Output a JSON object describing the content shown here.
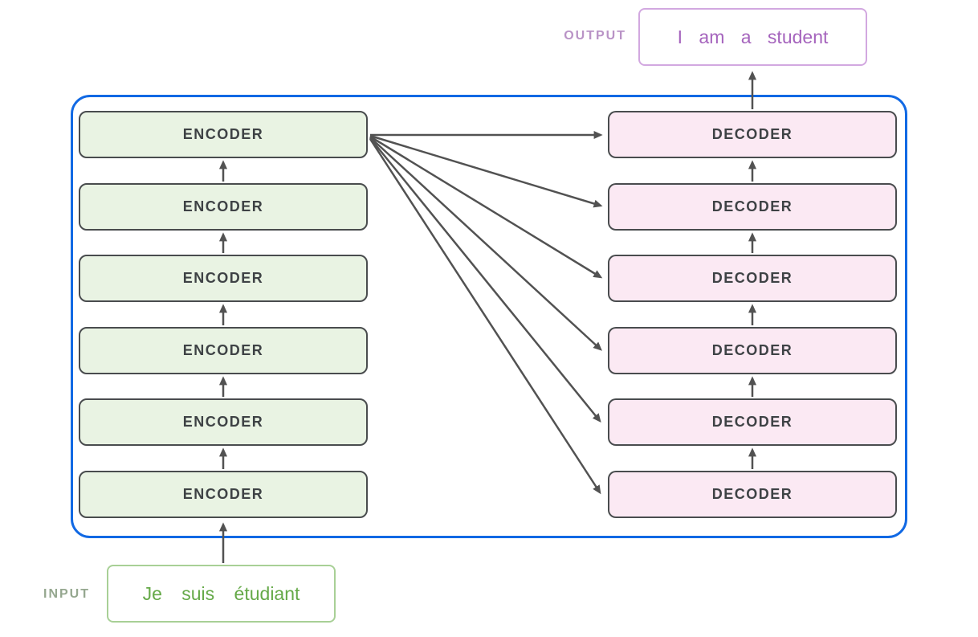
{
  "diagram": {
    "encoders": [
      "ENCODER",
      "ENCODER",
      "ENCODER",
      "ENCODER",
      "ENCODER",
      "ENCODER"
    ],
    "decoders": [
      "DECODER",
      "DECODER",
      "DECODER",
      "DECODER",
      "DECODER",
      "DECODER"
    ],
    "input": {
      "caption": "INPUT",
      "text": "Je suis étudiant"
    },
    "output": {
      "caption": "OUTPUT",
      "text": "I am a student"
    },
    "colors": {
      "frame_border": "#1169e4",
      "encoder_fill": "#e9f3e3",
      "decoder_fill": "#fbe9f3",
      "block_border": "#494c4e",
      "block_text": "#3e4245",
      "arrow": "#525252",
      "input_border": "#a8d096",
      "input_text": "#65a948",
      "input_caption": "#95a78f",
      "output_border": "#d2a8e0",
      "output_text": "#a564bd",
      "output_caption": "#b993c6"
    }
  }
}
